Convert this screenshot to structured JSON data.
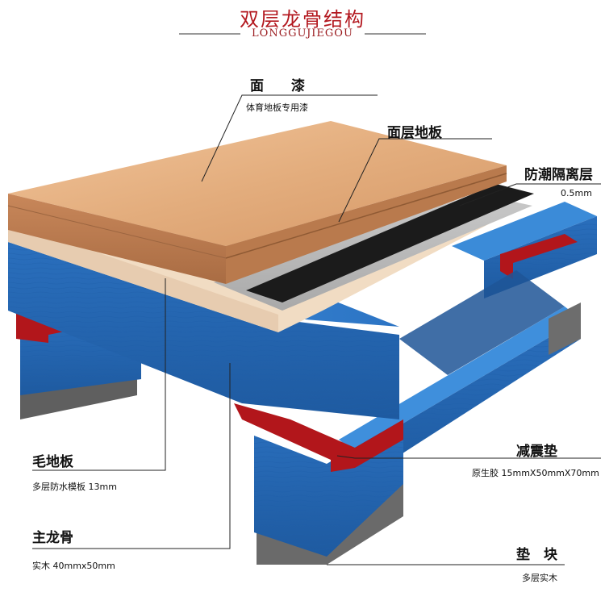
{
  "header": {
    "title": "双层龙骨结构",
    "subtitle": "LONGGUJIEGOU"
  },
  "labels": {
    "top_coat": {
      "name": "面　　漆",
      "spec": "体育地板专用漆"
    },
    "surface_floor": {
      "name": "面层地板"
    },
    "moisture_layer": {
      "name": "防潮隔离层",
      "spec": "0.5mm"
    },
    "subfloor": {
      "name": "毛地板",
      "spec": "多层防水模板  13mm"
    },
    "main_joist": {
      "name": "主龙骨",
      "spec": "实木  40mmx50mm"
    },
    "shock_pad": {
      "name": "减震垫",
      "spec": "原生胶  15mmX50mmX70mm"
    },
    "block": {
      "name": "垫　块",
      "spec": "多层实木"
    }
  },
  "colors": {
    "title_red": "#b3181f",
    "wood_top": "#e8b68a",
    "blue_joist": "#2f7fd0",
    "rubber_red": "#b2161b",
    "membrane_black": "#1b1b1b",
    "block_grey": "#6d6d6d"
  }
}
